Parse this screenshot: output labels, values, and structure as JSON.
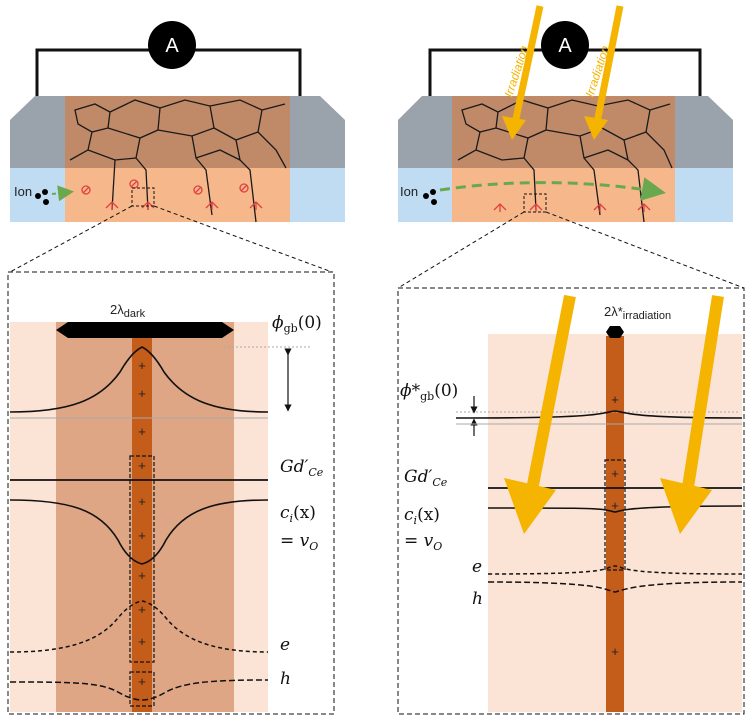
{
  "left": {
    "ammeter": "A",
    "ion_label": "Ion",
    "lambda_main": "2λ",
    "lambda_sub": "dark",
    "phi_main": "ϕ",
    "phi_sub": "gb",
    "phi_arg": "(0)",
    "gd": "Gd′",
    "gd_sub": "Ce",
    "ci": "c",
    "ci_sub": "i",
    "ci_arg": "(x)",
    "vo": "= v",
    "vo_sub": "O",
    "e": "e",
    "h": "h",
    "plus": "+"
  },
  "right": {
    "ammeter": "A",
    "ion_label": "Ion",
    "irradiation_1": "Irradiation",
    "irradiation_2": "Irradiation",
    "lambda_main": "2λ*",
    "lambda_sub": "irradiation",
    "phi_main": "ϕ*",
    "phi_sub": "gb",
    "phi_arg": "(0)",
    "gd": "Gd′",
    "gd_sub": "Ce",
    "ci": "c",
    "ci_sub": "i",
    "ci_arg": "(x)",
    "vo": "= v",
    "vo_sub": "O",
    "e": "e",
    "h": "h",
    "plus": "+"
  },
  "colors": {
    "electrode_top": "#9aa2ab",
    "electrode_side": "#bfdcf3",
    "film_top": "#c08a68",
    "film_side": "#f6b88a",
    "panel_bg": "#fbe3d5",
    "dark_zone": "#dea684",
    "grain_boundary": "#c45c1a",
    "irradiation_arrow": "#f4b400",
    "ion_path": "#6aa84f",
    "repel": "#e04040"
  }
}
